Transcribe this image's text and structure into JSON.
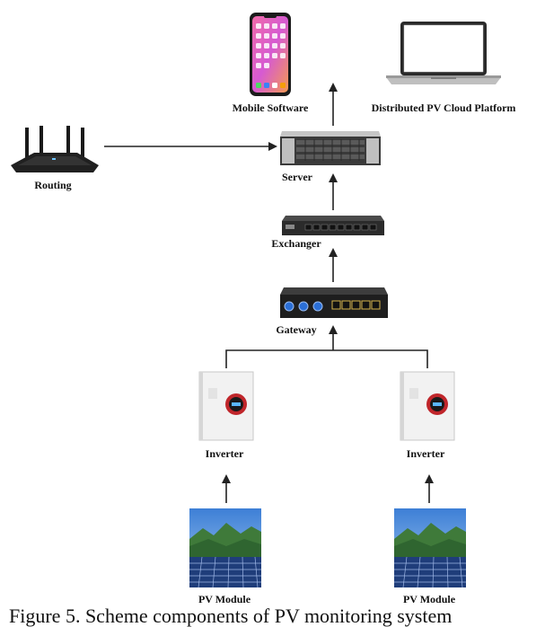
{
  "diagram": {
    "nodes": {
      "mobile": {
        "label": "Mobile Software",
        "icon": "smartphone-icon"
      },
      "cloud": {
        "label": "Distributed PV Cloud Platform",
        "icon": "laptop-icon"
      },
      "routing": {
        "label": "Routing",
        "icon": "wifi-router-icon"
      },
      "server": {
        "label": "Server",
        "icon": "rack-server-icon"
      },
      "exchanger": {
        "label": "Exchanger",
        "icon": "network-switch-icon"
      },
      "gateway": {
        "label": "Gateway",
        "icon": "gateway-device-icon"
      },
      "inverter_left": {
        "label": "Inverter",
        "icon": "inverter-icon"
      },
      "inverter_right": {
        "label": "Inverter",
        "icon": "inverter-icon"
      },
      "pv_left": {
        "label": "PV Module",
        "icon": "solar-panel-photo"
      },
      "pv_right": {
        "label": "PV Module",
        "icon": "solar-panel-photo"
      }
    },
    "edges": [
      {
        "from": "routing",
        "to": "server"
      },
      {
        "from": "server",
        "to": "mobile"
      },
      {
        "from": "exchanger",
        "to": "server"
      },
      {
        "from": "gateway",
        "to": "exchanger"
      },
      {
        "from": "inverter_left",
        "to": "gateway"
      },
      {
        "from": "inverter_right",
        "to": "gateway"
      },
      {
        "from": "pv_left",
        "to": "inverter_left"
      },
      {
        "from": "pv_right",
        "to": "inverter_right"
      }
    ]
  },
  "caption": "Figure 5. Scheme components of PV monitoring system"
}
